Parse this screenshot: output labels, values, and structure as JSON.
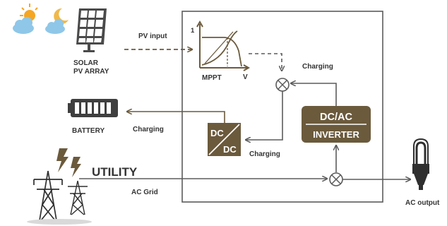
{
  "labels": {
    "pv_input": "PV input",
    "solar_line1": "SOLAR",
    "solar_line2": "PV ARRAY",
    "battery": "BATTERY",
    "utility": "UTILITY",
    "ac_grid": "AC Grid",
    "ac_output": "AC output",
    "charging_top": "Charging",
    "charging_battery": "Charging",
    "charging_dcdc": "Charging",
    "mppt": "MPPT",
    "mppt_axis_v": "V",
    "mppt_axis_1": "1"
  },
  "converter_dcdc": {
    "top": "DC",
    "bottom": "DC"
  },
  "inverter": {
    "line1": "DC/AC",
    "line2": "INVERTER"
  },
  "colors": {
    "brand_brown": "#6b5a3c",
    "arrow_gray": "#5b5b5b",
    "sun": "#f5a623",
    "moon": "#f0b84a",
    "cloud": "#8fc7e8",
    "bolt": "#6b5a3c"
  }
}
